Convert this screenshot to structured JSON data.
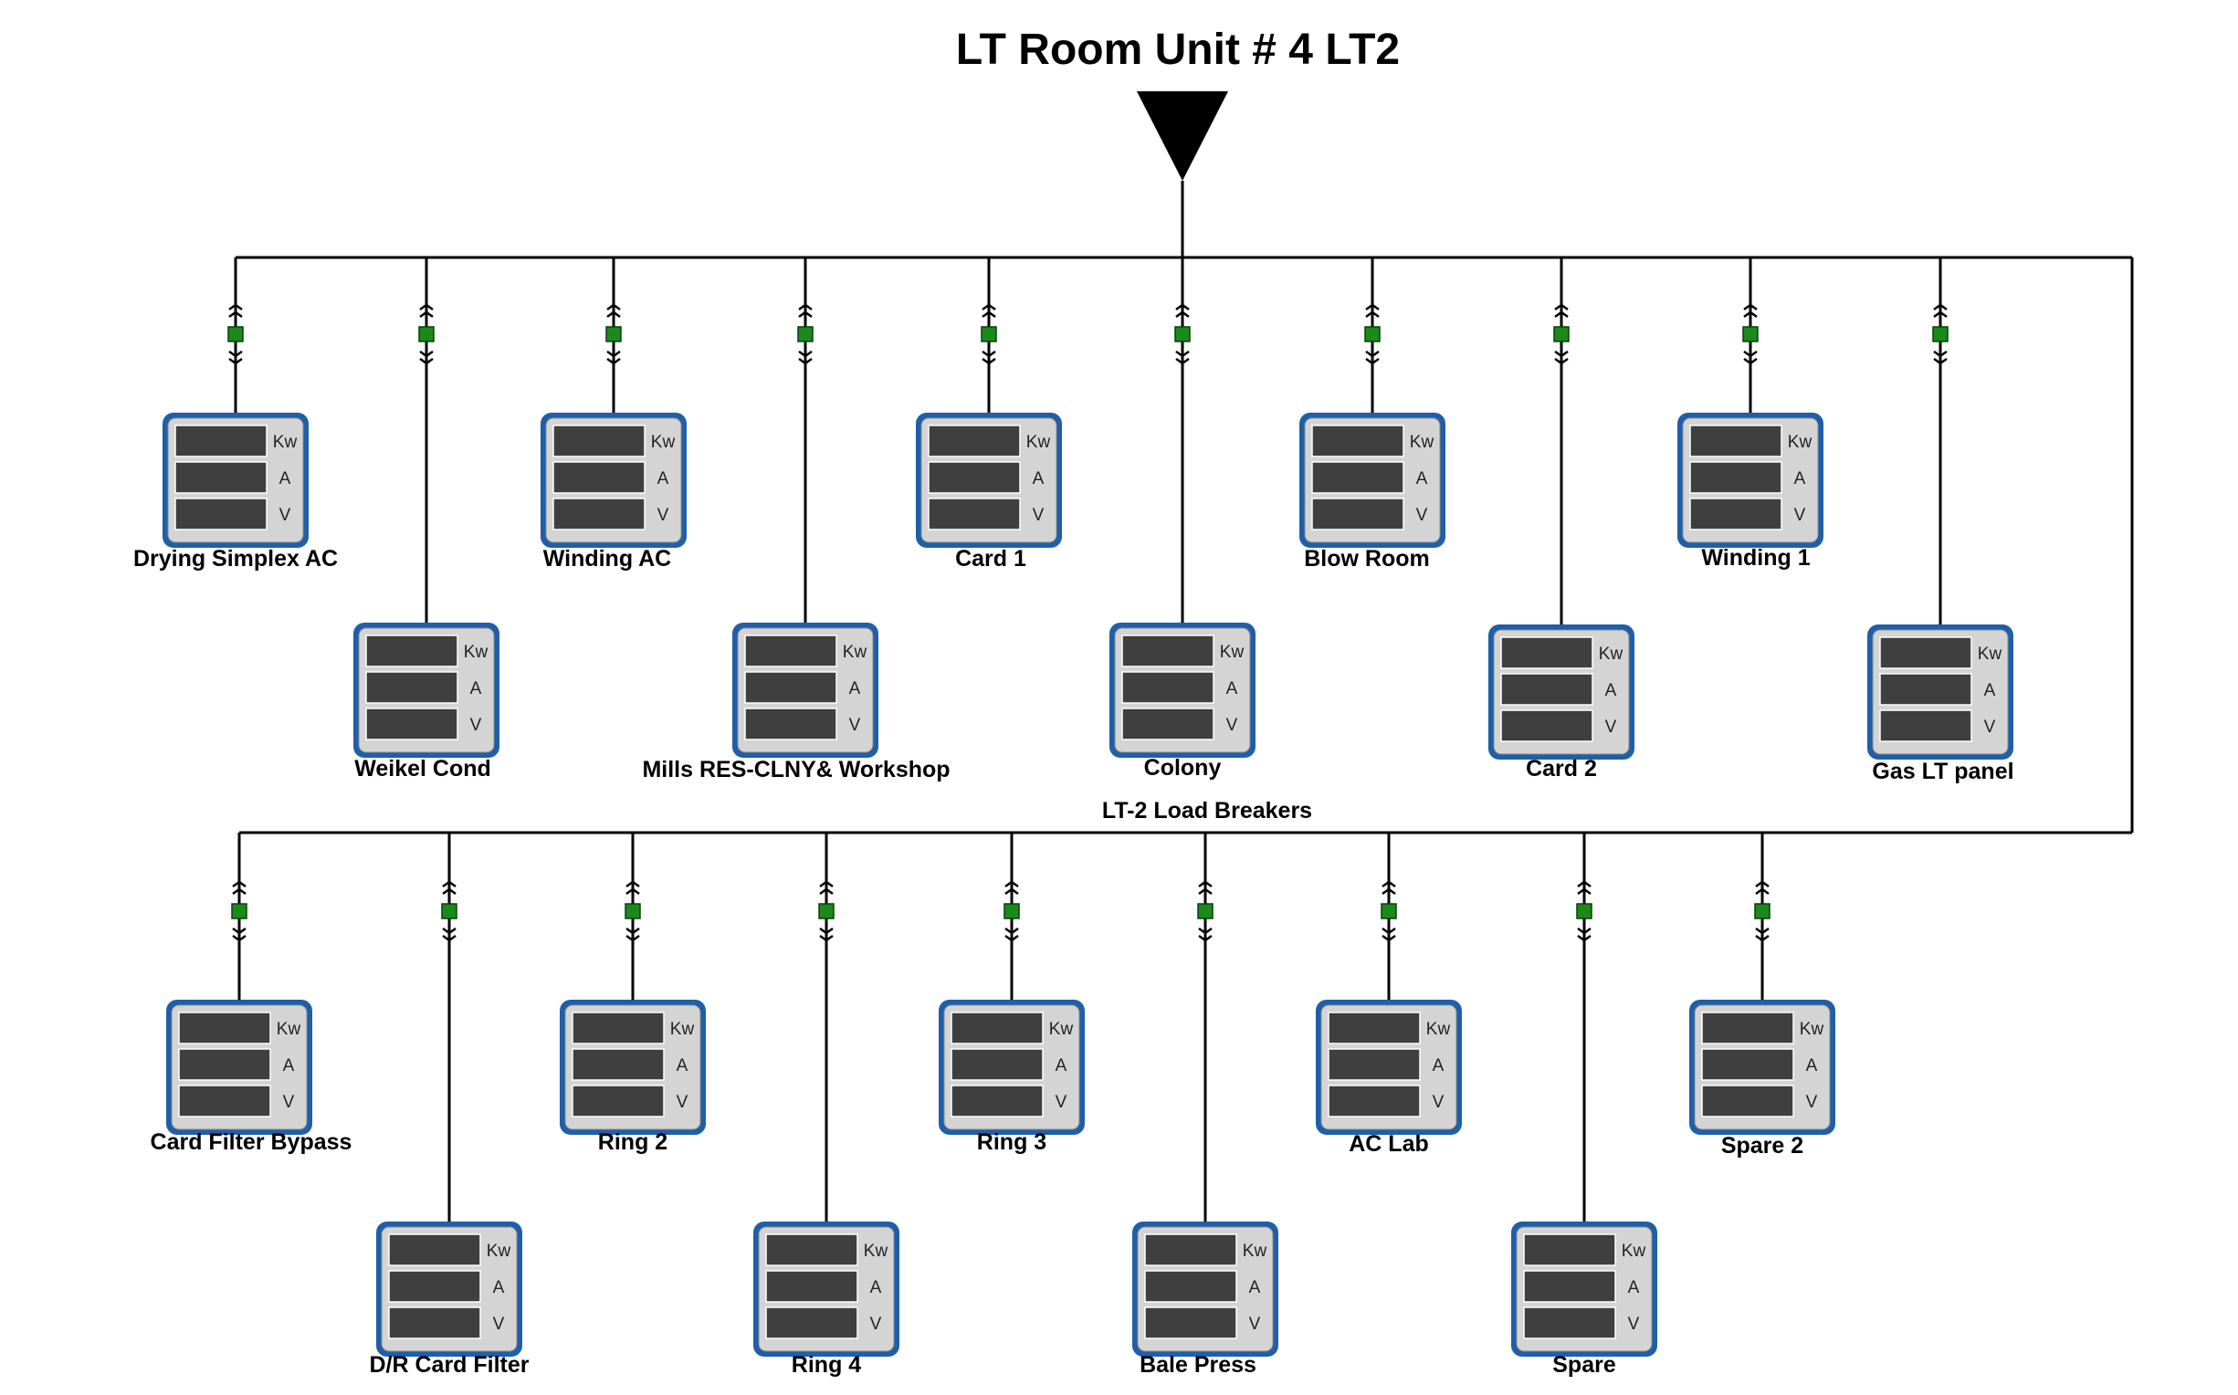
{
  "title": "LT Room Unit # 4 LT2",
  "bus_label": "LT-2 Load Breakers",
  "meter_units": [
    "Kw",
    "A",
    "V"
  ],
  "colors": {
    "line": "#000000",
    "breaker": "#1a8a1a",
    "meter_frame": "#1f5fa8",
    "meter_face": "#d4d4d4",
    "meter_display": "#3f3f3f"
  },
  "row1_feeders": [
    {
      "label": "Drying Simplex AC"
    },
    {
      "label": "Weikel Cond"
    },
    {
      "label": "Winding AC"
    },
    {
      "label": "Mills RES-CLNY& Workshop"
    },
    {
      "label": "Card 1"
    },
    {
      "label": "Colony"
    },
    {
      "label": "Blow Room"
    },
    {
      "label": "Card 2"
    },
    {
      "label": "Winding 1"
    },
    {
      "label": "Gas LT panel"
    }
  ],
  "row2_feeders": [
    {
      "label": "Card Filter Bypass"
    },
    {
      "label": "D/R Card Filter"
    },
    {
      "label": "Ring 2"
    },
    {
      "label": "Ring 4"
    },
    {
      "label": "Ring 3"
    },
    {
      "label": "Bale Press"
    },
    {
      "label": "AC Lab"
    },
    {
      "label": "Spare"
    },
    {
      "label": "Spare 2"
    }
  ]
}
